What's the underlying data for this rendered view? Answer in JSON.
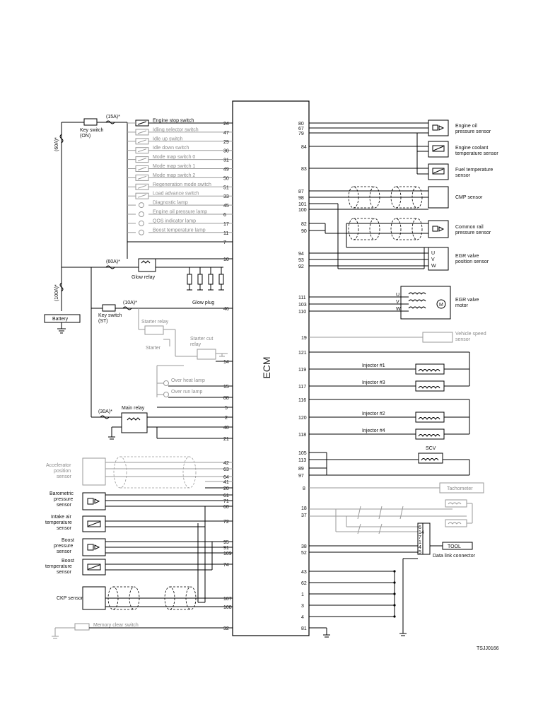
{
  "ecm": {
    "label": "ECM"
  },
  "figure_code": "TSJJ0166",
  "fuses": {
    "f15a": "(15A)*",
    "f60a_top": "(60A)*",
    "f60a_glow": "(60A)*",
    "f100a": "(100A)*",
    "f10a": "(10A)*",
    "f30a": "(30A)*"
  },
  "power": {
    "key_switch_on": [
      "Key switch",
      "(ON)"
    ],
    "key_switch_st": [
      "Key switch",
      "(ST)"
    ],
    "battery": "Battery",
    "glow_relay": "Glow relay",
    "glow_plug": "Glow plug",
    "starter_relay": "Starter relay",
    "starter": "Starter",
    "starter_cut_relay": [
      "Starter cut",
      "relay"
    ],
    "main_relay": "Main relay"
  },
  "left_switches": [
    {
      "label": "Engine stop switch",
      "pin": "24"
    },
    {
      "label": "Idling selector switch",
      "pin": "47"
    },
    {
      "label": "Idle up switch",
      "pin": "29"
    },
    {
      "label": "Idle down switch",
      "pin": "30"
    },
    {
      "label": "Mode map switch 0",
      "pin": "31"
    },
    {
      "label": "Mode map switch 1",
      "pin": "49"
    },
    {
      "label": "Mode map switch 2",
      "pin": "50"
    },
    {
      "label": "Regeneration mode switch",
      "pin": "51"
    },
    {
      "label": "Load advance switch",
      "pin": "33"
    },
    {
      "label": "Diagnostic lamp",
      "pin": "45"
    },
    {
      "label": "Engine oil pressure lamp",
      "pin": "6"
    },
    {
      "label": "QOS indicator lamp",
      "pin": "17"
    },
    {
      "label": "Boost temperature lamp",
      "pin": "11"
    }
  ],
  "extra_left_pin": "7",
  "left_pins_lower": {
    "glow": "10",
    "key_st": "46",
    "starter_cut": "14",
    "over_heat": "15",
    "over_run": "88",
    "p5": "5",
    "p2": "2",
    "p40": "40",
    "p21": "21",
    "accel": [
      "42",
      "63",
      "64",
      "41",
      "20"
    ],
    "baro": [
      "61",
      "71",
      "60"
    ],
    "intake": "72",
    "boost_p": [
      "95",
      "91",
      "109"
    ],
    "boost_t": "74",
    "ckp": [
      "107",
      "108"
    ],
    "mem": "32"
  },
  "lamps_lower": {
    "over_heat": "Over heat lamp",
    "over_run": "Over run lamp"
  },
  "left_sensors": {
    "accel": [
      "Accelerator",
      "position",
      "sensor"
    ],
    "baro": [
      "Barometric",
      "pressure",
      "sensor"
    ],
    "intake": [
      "Intake air",
      "temperature",
      "sensor"
    ],
    "boost_p": [
      "Boost",
      "pressure",
      "sensor"
    ],
    "boost_t": [
      "Boost",
      "temperature",
      "sensor"
    ],
    "ckp": "CKP sensor",
    "memory_clear": "Memory clear switch"
  },
  "right_sensors": {
    "oil_pressure": {
      "label": [
        "Engine oil",
        "pressure sensor"
      ],
      "pins": [
        "80",
        "67",
        "79"
      ]
    },
    "coolant": {
      "label": [
        "Engine coolant",
        "temperature sensor"
      ],
      "pin": "84"
    },
    "fuel_temp": {
      "label": [
        "Fuel temperature",
        "sensor"
      ],
      "pin": "83"
    },
    "cmp": {
      "label": "CMP sensor",
      "pins": [
        "87",
        "98",
        "101",
        "100"
      ]
    },
    "common_rail": {
      "label": [
        "Common rail",
        "pressure sensor"
      ],
      "pins": [
        "82",
        "90"
      ]
    },
    "egr_pos": {
      "label": [
        "EGR valve",
        "position sensor"
      ],
      "pins": [
        "94",
        "93",
        "92"
      ],
      "uvw": [
        "U",
        "V",
        "W"
      ]
    },
    "egr_motor": {
      "label": [
        "EGR valve",
        "motor"
      ],
      "pins": [
        "111",
        "103",
        "110"
      ],
      "uvw": [
        "U",
        "V",
        "W"
      ],
      "m": "M"
    },
    "vss": {
      "label": [
        "Vehicle speed",
        "sensor"
      ],
      "pin": "19"
    },
    "injectors": [
      {
        "label": "Injector #1",
        "pin": "119"
      },
      {
        "label": "Injector #3",
        "pin": "117"
      },
      {
        "label": "Injector #2",
        "pin": "120"
      },
      {
        "label": "Injector #4",
        "pin": "118"
      }
    ],
    "inj_common": [
      "121",
      "116"
    ],
    "scv": {
      "label": "SCV",
      "pins": [
        "105",
        "113",
        "89",
        "97"
      ]
    },
    "tacho": {
      "label": "Tachometer",
      "pin": "8"
    },
    "bus": {
      "pins": [
        "18",
        "37"
      ]
    },
    "tool": {
      "label": "TOOL",
      "pins": [
        "38",
        "52"
      ]
    },
    "dlc": {
      "label": "Data link connector",
      "pins": [
        "6",
        "14",
        "7",
        "1",
        "4",
        "5"
      ]
    },
    "grounds": [
      "43",
      "62",
      "1",
      "3",
      "4",
      "81"
    ]
  }
}
